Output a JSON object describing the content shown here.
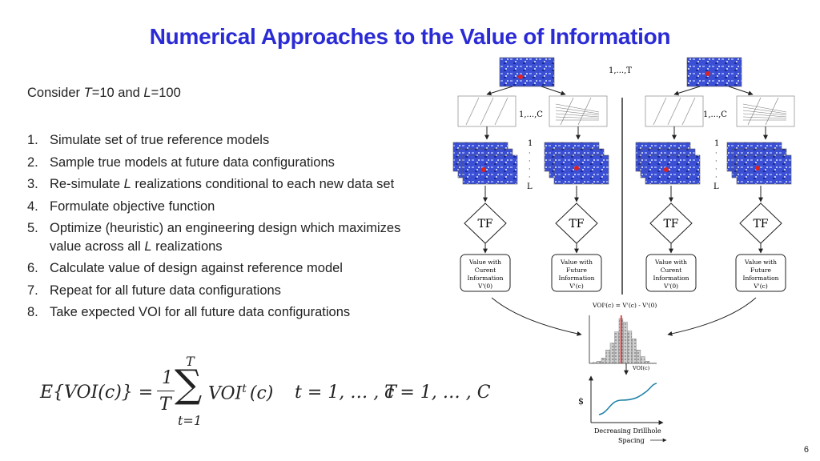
{
  "slide": {
    "title": "Numerical Approaches to the Value of Information",
    "title_color": "#2b2bd6",
    "intro": {
      "prefix": "Consider ",
      "var1": "T",
      "mid": "=10 and ",
      "var2": "L",
      "suffix": "=100"
    },
    "steps": [
      {
        "num": "1.",
        "text": "Simulate set of true reference models"
      },
      {
        "num": "2.",
        "text": "Sample true models at future data configurations"
      },
      {
        "num": "3.",
        "pre": "Re-simulate ",
        "var": "L",
        "post": " realizations conditional to each new data set"
      },
      {
        "num": "4.",
        "text": "Formulate objective function"
      },
      {
        "num": "5.",
        "pre": "Optimize (heuristic) an engineering design which maximizes value across all ",
        "var": "L",
        "post": " realizations"
      },
      {
        "num": "6.",
        "text": "Calculate value of design against reference model"
      },
      {
        "num": "7.",
        "text": "Repeat for all future data configurations"
      },
      {
        "num": "8.",
        "text": "Take expected VOI for all future data configurations"
      }
    ],
    "formula": {
      "lhs": "E{VOI(c)} =",
      "frac_num": "1",
      "frac_den": "T",
      "sum_top": "T",
      "sum_symbol": "∑",
      "sum_bottom": "t=1",
      "term": "VOI",
      "term_sup": "t",
      "term_arg": "(c)",
      "range_t": "t = 1, … , T",
      "range_c": "c = 1, … , C"
    },
    "page_number": "6"
  },
  "diagram": {
    "top_label": "1,...,T",
    "config_label": "1,...,C",
    "realization_top": "1",
    "realization_bottom": "L",
    "tf_label": "TF",
    "boxes": [
      [
        "Value with",
        "Curent",
        "Information",
        "V'(0)"
      ],
      [
        "Value with",
        "Future",
        "Information",
        "V'(c)"
      ],
      [
        "Value with",
        "Curent",
        "Information",
        "V'(0)"
      ],
      [
        "Value with",
        "Future",
        "Information",
        "V'(c)"
      ]
    ],
    "voi_eq": "VOIᵗ(c) = V'(c) - V'(0)",
    "hist_label": "VOI(c)",
    "hist_values": [
      0.02,
      0.05,
      0.12,
      0.3,
      0.45,
      0.7,
      1.0,
      0.92,
      0.72,
      0.55,
      0.3,
      0.15,
      0.05
    ],
    "hist_marker_bin": 6,
    "dollar_label": "$",
    "curve_xlabel_line1": "Decreasing Drillhole",
    "curve_xlabel_line2": "Spacing",
    "curve_color": "#1a7fa6",
    "marker_color": "#e02020"
  }
}
